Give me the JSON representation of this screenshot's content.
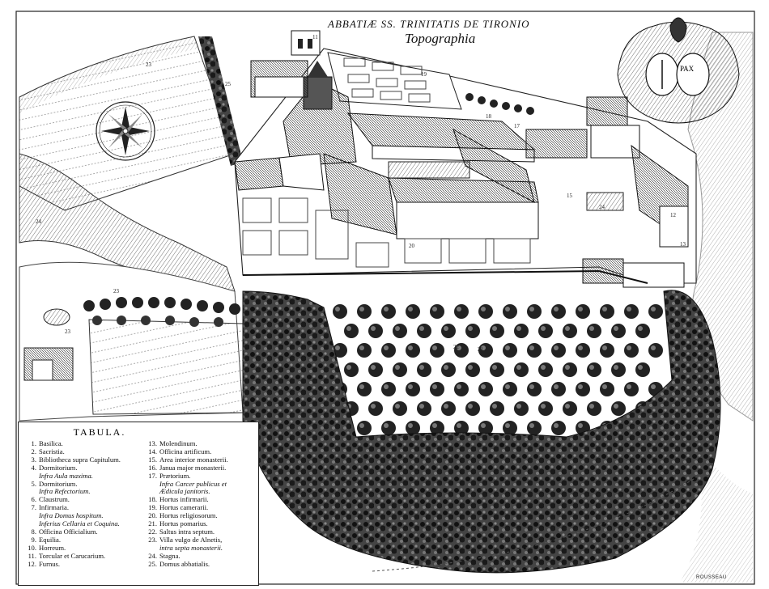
{
  "title": {
    "main": "ABBATIÆ SS. TRINITATIS DE TIRONIO",
    "sub": "Topographia"
  },
  "coat_of_arms": {
    "motto": "PAX",
    "icon": "crest-icon"
  },
  "signature": "ROUSSEAU",
  "map_labels": [
    "11",
    "19",
    "25",
    "23",
    "18",
    "17",
    "15",
    "24",
    "12",
    "13",
    "22",
    "20",
    "21",
    "24",
    "23",
    "23"
  ],
  "legend": {
    "heading": "TABULA.",
    "col1": [
      {
        "n": "1.",
        "t": "Basilica."
      },
      {
        "n": "2.",
        "t": "Sacristia."
      },
      {
        "n": "3.",
        "t": "Bibliotheca supra Capitulum."
      },
      {
        "n": "4.",
        "t": "Dormitorium."
      },
      {
        "n": "",
        "t": "Infra Aula maxima."
      },
      {
        "n": "5.",
        "t": "Dormitorium."
      },
      {
        "n": "",
        "t": "Infra Refectorium."
      },
      {
        "n": "6.",
        "t": "Claustrum."
      },
      {
        "n": "7.",
        "t": "Infirmaria."
      },
      {
        "n": "",
        "t": "Infra Domus hospitum."
      },
      {
        "n": "",
        "t": "Inferius Cellaria et Coquina."
      },
      {
        "n": "8.",
        "t": "Officina Officialium."
      },
      {
        "n": "9.",
        "t": "Equilia."
      },
      {
        "n": "10.",
        "t": "Horreum."
      },
      {
        "n": "11.",
        "t": "Torcular et Carucarium."
      },
      {
        "n": "12.",
        "t": "Furnus."
      }
    ],
    "col2": [
      {
        "n": "13.",
        "t": "Molendinum."
      },
      {
        "n": "14.",
        "t": "Officina artificum."
      },
      {
        "n": "15.",
        "t": "Area interior monasterii."
      },
      {
        "n": "16.",
        "t": "Janua major monasterii."
      },
      {
        "n": "17.",
        "t": "Prætorium."
      },
      {
        "n": "",
        "t": "Infra Carcer publicus et"
      },
      {
        "n": "",
        "t": "Ædicula janitoris."
      },
      {
        "n": "18.",
        "t": "Hortus infirmarii."
      },
      {
        "n": "19.",
        "t": "Hortus camerarii."
      },
      {
        "n": "20.",
        "t": "Hortus religiosorum."
      },
      {
        "n": "21.",
        "t": "Hortus pomarius."
      },
      {
        "n": "22.",
        "t": "Saltus intra septum."
      },
      {
        "n": "23.",
        "t": "Villa vulgo de Alnetis,"
      },
      {
        "n": "",
        "t": "intra septa monasterii."
      },
      {
        "n": "24.",
        "t": "Stagna."
      },
      {
        "n": "25.",
        "t": "Domus abbatialis."
      }
    ]
  }
}
